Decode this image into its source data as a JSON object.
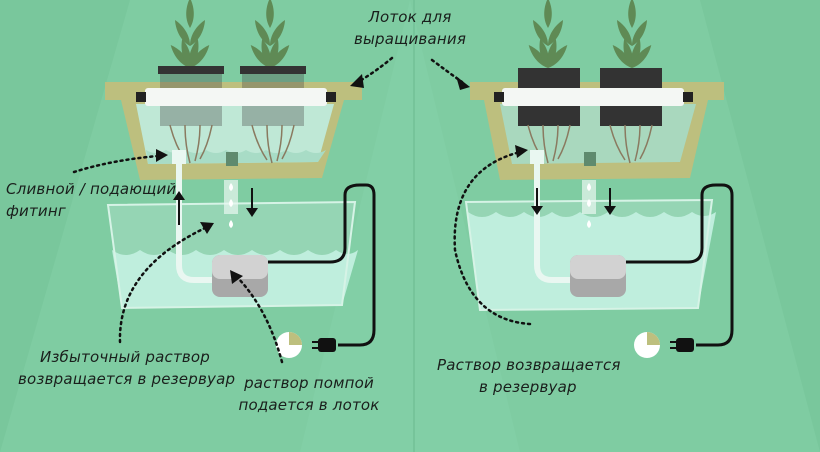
{
  "labels": {
    "grow_tray": [
      "Лоток для",
      "выращивания"
    ],
    "drain_fitting": [
      "Сливной / подающий",
      "фитинг"
    ],
    "excess_solution": [
      "Избыточный раствор",
      "возвращается в резервуар"
    ],
    "pump_feed": [
      "раствор помпой",
      "подается в лоток"
    ],
    "solution_returns": [
      "Раствор возвращается",
      "в резервуар"
    ]
  },
  "colors": {
    "background": "#7fcca2",
    "background_shade": "#74c398",
    "tray": "#bdbf7e",
    "tray_dark": "#9a9c5c",
    "water_reservoir": "#b7e8d2",
    "water_line": "#dcf5ea",
    "light_bar": "#f4f7f4",
    "pot": "#333333",
    "leaf": "#5f8a55",
    "pump": "#a8a8a8",
    "cable": "#111111",
    "tube": "#e9f7f1"
  }
}
